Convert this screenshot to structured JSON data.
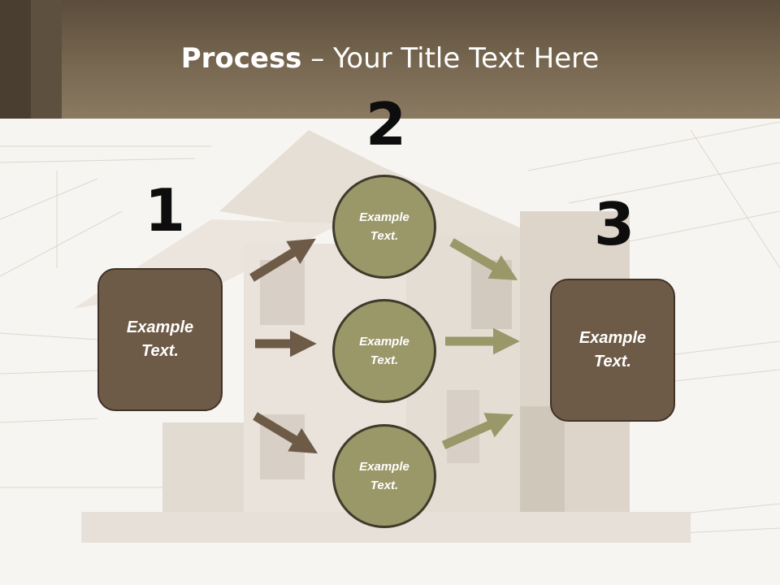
{
  "slide": {
    "title_bold": "Process",
    "title_rest": " – Your Title Text Here"
  },
  "steps": [
    {
      "number": "1",
      "label": "Example\nText."
    },
    {
      "number": "2",
      "label": "Example\nText."
    },
    {
      "number": "3",
      "label": "Example\nText."
    }
  ],
  "circles": [
    {
      "label": "Example\nText."
    },
    {
      "label": "Example\nText."
    },
    {
      "label": "Example\nText."
    }
  ],
  "colors": {
    "header": "#7a6a53",
    "box_fill": "#6e5b47",
    "circle_fill": "#9a9769",
    "arrow_left": "#6e5b47",
    "arrow_right": "#9a9769"
  }
}
